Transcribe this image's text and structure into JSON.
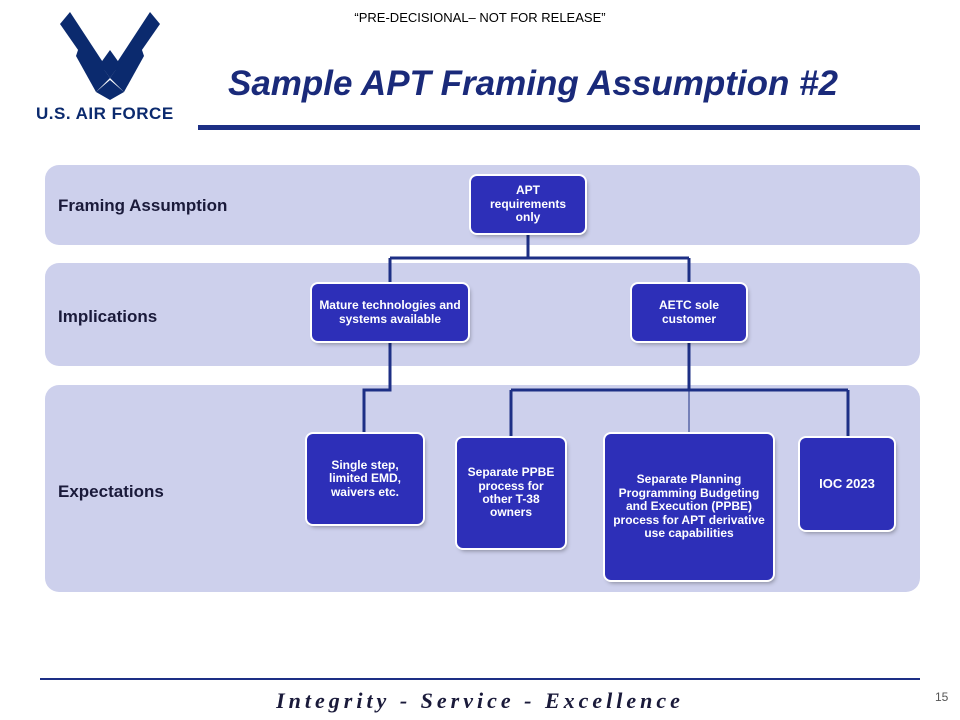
{
  "marking": "“PRE-DECISIONAL– NOT FOR RELEASE”",
  "logo": {
    "text": "U.S. AIR FORCE"
  },
  "title": "Sample APT Framing Assumption #2",
  "colors": {
    "navy": "#1d2f85",
    "band": "#cdd0ec",
    "node": "#2d2fb8"
  },
  "bands": [
    {
      "label": "Framing Assumption"
    },
    {
      "label": "Implications"
    },
    {
      "label": "Expectations"
    }
  ],
  "nodes": {
    "apt": "APT requirements only",
    "mature": "Mature technologies and systems available",
    "aetc": "AETC sole customer",
    "single": "Single step, limited EMD, waivers etc.",
    "sep_ppbe": "Separate PPBE process for other T-38 owners",
    "sep_planning": "Separate Planning Programming Budgeting and Execution (PPBE) process for APT derivative use capabilities",
    "ioc": "IOC 2023"
  },
  "footer": {
    "motto": "Integrity - Service - Excellence",
    "page": "15"
  }
}
